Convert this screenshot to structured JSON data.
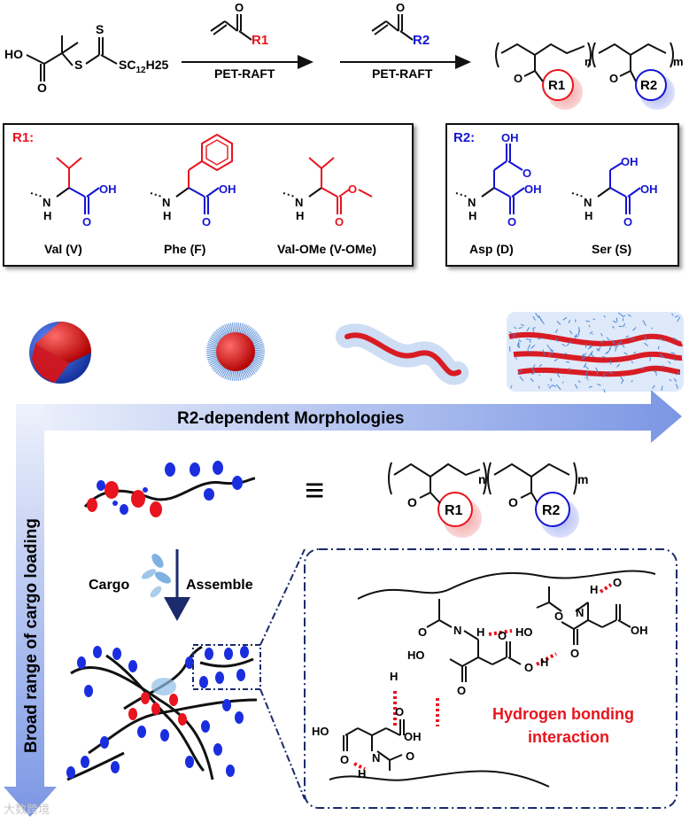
{
  "scheme": {
    "start_oh": "HO",
    "start_s_top": "S",
    "start_s_mid": "S",
    "start_sc": "SC",
    "start_sub12": "12",
    "start_h25": "H25",
    "step1_r": "R1",
    "step1_label": "PET-RAFT",
    "step2_r": "R2",
    "step2_label": "PET-RAFT",
    "poly_n": "n",
    "poly_m": "m",
    "poly_r1": "R1",
    "poly_r2": "R2"
  },
  "r1_box": {
    "title": "R1:",
    "items": [
      {
        "name": "Val (V)"
      },
      {
        "name": "Phe (F)"
      },
      {
        "name": "Val-OMe (V-OMe)"
      }
    ]
  },
  "r2_box": {
    "title": "R2:",
    "items": [
      {
        "name": "Asp (D)"
      },
      {
        "name": "Ser (S)"
      }
    ]
  },
  "atoms": {
    "n": "N",
    "h": "H",
    "oh": "OH",
    "o": "O",
    "ho": "HO"
  },
  "morph_arrow_label": "R2-dependent Morphologies",
  "vertical_arrow_label": "Broad range of cargo loading",
  "equiv_symbol": "≡",
  "assembly": {
    "cargo_label": "Cargo",
    "assemble_label": "Assemble"
  },
  "hbond": {
    "line1": "Hydrogen bonding",
    "line2": "interaction"
  },
  "colors": {
    "red": "#e8141e",
    "blue": "#1414d2",
    "arrow_light": "#e9eefb",
    "arrow_dark": "#7e98e6",
    "hbond_dots": "#e8141e"
  },
  "watermark": "大数跨境"
}
